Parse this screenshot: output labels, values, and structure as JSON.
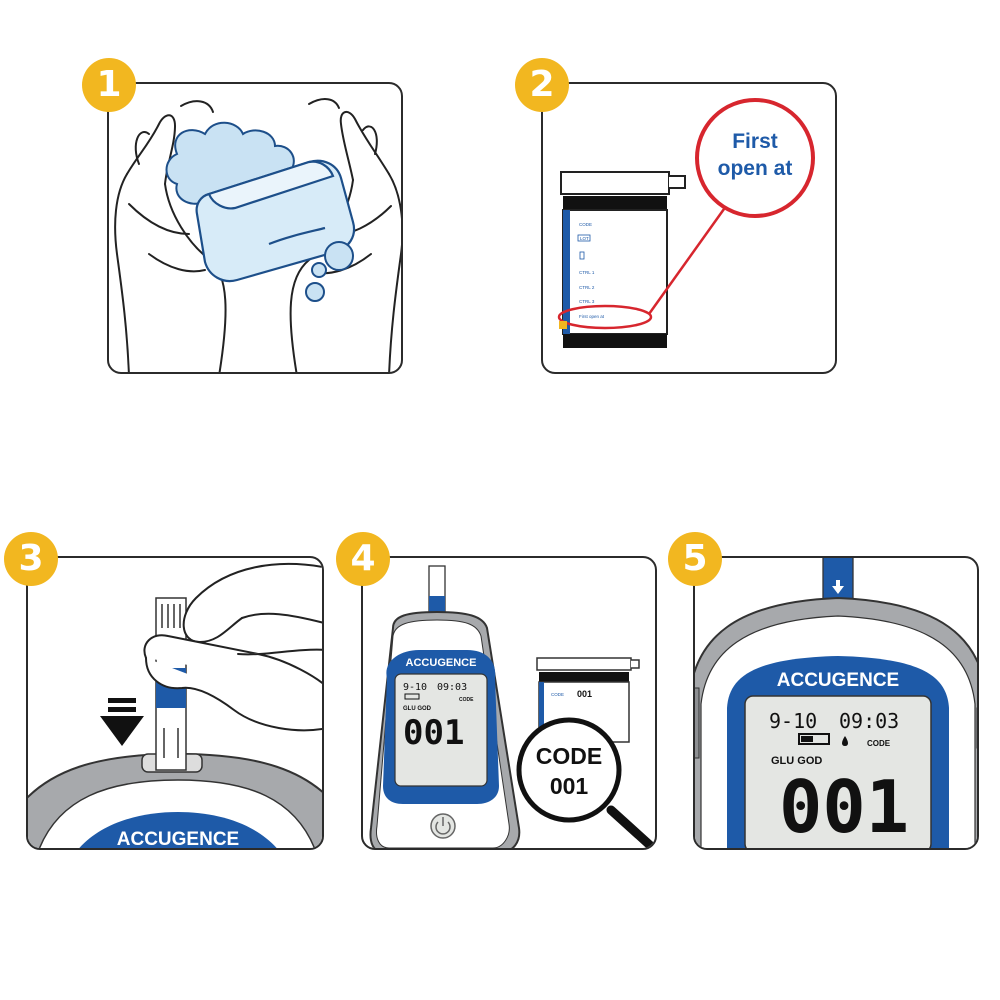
{
  "steps": [
    {
      "number": "1"
    },
    {
      "number": "2",
      "callout": [
        "First",
        "open at"
      ],
      "label_rows": [
        "CODE",
        "LOT",
        "CTRL 1",
        "CTRL 2",
        "CTRL 3",
        "First open at"
      ]
    },
    {
      "number": "3",
      "brand": "ACCUGENCE"
    },
    {
      "number": "4",
      "brand": "ACCUGENCE",
      "date": "9-10",
      "time": "09:03",
      "mode": "GLU GOD",
      "code_word": "CODE",
      "reading": "001",
      "vial_code_label": "CODE",
      "vial_code_value": "001",
      "magnifier": [
        "CODE",
        "001"
      ]
    },
    {
      "number": "5",
      "brand": "ACCUGENCE",
      "date": "9-10",
      "time": "09:03",
      "code_word": "CODE",
      "mode": "GLU GOD",
      "reading": "001"
    }
  ],
  "colors": {
    "badge": "#f2b720",
    "brand_blue": "#1e5aa8",
    "accent_red": "#d7262e",
    "soap_blue": "#c9e2f3",
    "screen": "#e4e6e3"
  }
}
